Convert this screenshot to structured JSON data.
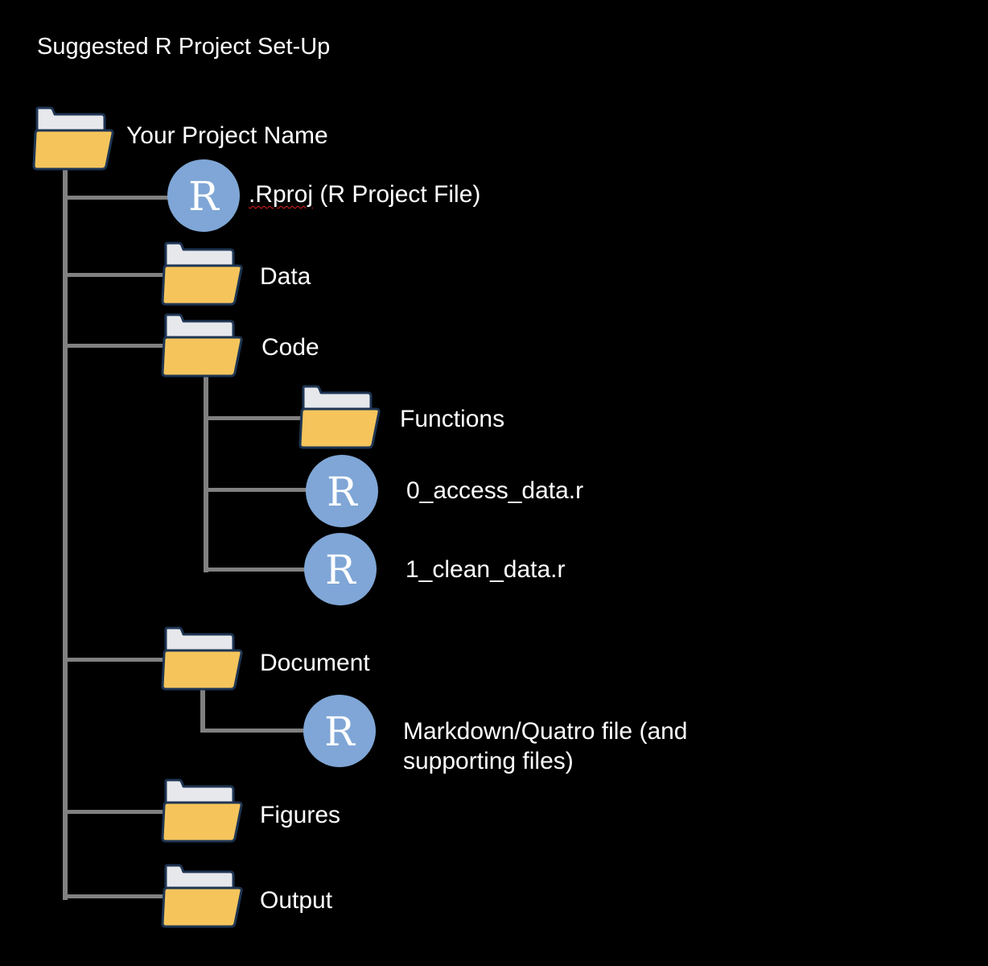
{
  "title": "Suggested R Project Set-Up",
  "colors": {
    "background": "#000000",
    "line": "#808080",
    "folder_front": "#f5c55c",
    "folder_back": "#e6e8ec",
    "folder_outline": "#1e3553",
    "r_circle": "#7fa6d6"
  },
  "tree": {
    "root": {
      "label": "Your Project Name",
      "icon": "folder-icon"
    },
    "rproj": {
      "label_ext": ".Rproj",
      "label_rest": " (R Project File)",
      "icon": "r-logo-icon"
    },
    "data": {
      "label": "Data",
      "icon": "folder-icon"
    },
    "code": {
      "label": "Code",
      "icon": "folder-icon",
      "children": {
        "functions": {
          "label": "Functions",
          "icon": "folder-icon"
        },
        "access": {
          "label": "0_access_data.r",
          "icon": "r-logo-icon"
        },
        "clean": {
          "label": "1_clean_data.r",
          "icon": "r-logo-icon"
        }
      }
    },
    "document": {
      "label": "Document",
      "icon": "folder-icon",
      "children": {
        "markdown": {
          "label_line1": "Markdown/Quatro file (and",
          "label_line2": "supporting files)",
          "icon": "r-logo-icon"
        }
      }
    },
    "figures": {
      "label": "Figures",
      "icon": "folder-icon"
    },
    "output": {
      "label": "Output",
      "icon": "folder-icon"
    }
  },
  "r_letter": "R"
}
